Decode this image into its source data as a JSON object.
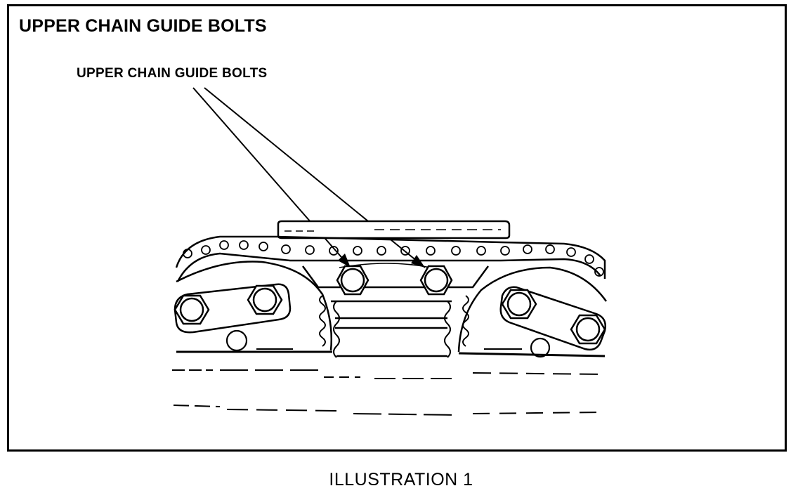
{
  "figure": {
    "title": "UPPER CHAIN GUIDE BOLTS",
    "callout_label": "UPPER CHAIN GUIDE BOLTS",
    "caption": "ILLUSTRATION 1",
    "line_color": "#000000",
    "background_color": "#ffffff"
  }
}
